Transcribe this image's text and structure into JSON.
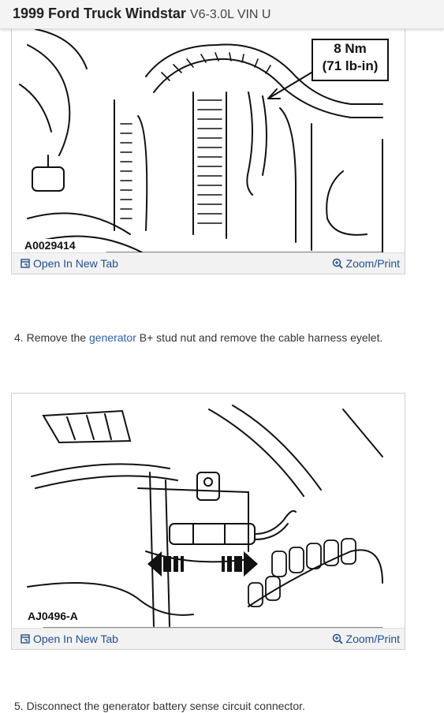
{
  "header": {
    "title_bold": "1999 Ford Truck Windstar",
    "title_rest": "V6-3.0L VIN U"
  },
  "figures": [
    {
      "code": "A0029414",
      "torque_line1": "8 Nm",
      "torque_line2": "(71 lb-in)",
      "open_label": "Open In New Tab",
      "zoom_label": "Zoom/Print",
      "icons": [
        "external-link-icon",
        "zoom-in-icon"
      ]
    },
    {
      "code": "AJ0496-A",
      "open_label": "Open In New Tab",
      "zoom_label": "Zoom/Print",
      "icons": [
        "external-link-icon",
        "zoom-in-icon"
      ]
    }
  ],
  "steps": [
    {
      "number": "4.",
      "before": "Remove the",
      "link": "generator",
      "after": "B+ stud nut and remove the cable harness eyelet."
    },
    {
      "number": "5.",
      "text": "Disconnect the generator battery sense circuit connector."
    }
  ],
  "colors": {
    "link": "#2d5fa8",
    "bar_bg": "#f2f2f2",
    "header_bg": "#f4f4f4"
  }
}
